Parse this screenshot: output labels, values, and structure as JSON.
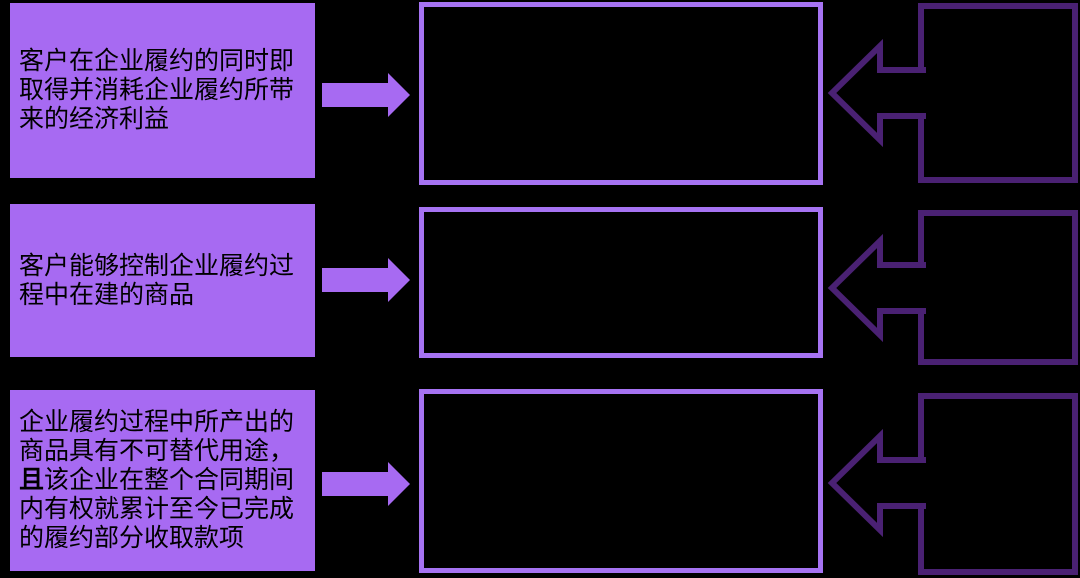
{
  "colors": {
    "bg": "#000000",
    "purple": "#a76af2",
    "purple_border": "#a673f2",
    "dark_purple": "#4a2173",
    "text": "#000000"
  },
  "rows": [
    {
      "criterion": {
        "part1": "客户在企业履约的同时即取得并消耗企业履约所带来的经济利益",
        "bold": "",
        "part2": ""
      }
    },
    {
      "criterion": {
        "part1": "客户能够控制企业履约过程中在建的商品",
        "bold": "",
        "part2": ""
      }
    },
    {
      "criterion": {
        "part1": "企业履约过程中所产出的商品具有不可替代用途，",
        "bold": "且",
        "part2": "该企业在整个合同期间内有权就累计至今已完成的履约部分收取款项"
      }
    }
  ]
}
